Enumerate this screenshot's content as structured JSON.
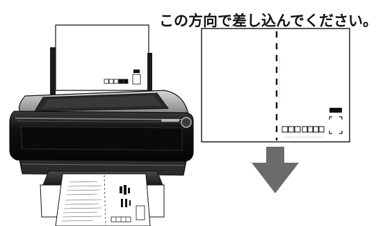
{
  "instruction": {
    "text": "この方向で差し込んでください。"
  },
  "colors": {
    "arrow": "#6b6b6b",
    "printer_body": "#1a1a1a",
    "printer_highlight": "#9a9a9a",
    "paper": "#ffffff",
    "outline": "#111111"
  },
  "icons": {
    "printer": "printer-illustration",
    "postcard": "postcard-diagram",
    "arrow": "down-arrow-icon"
  }
}
